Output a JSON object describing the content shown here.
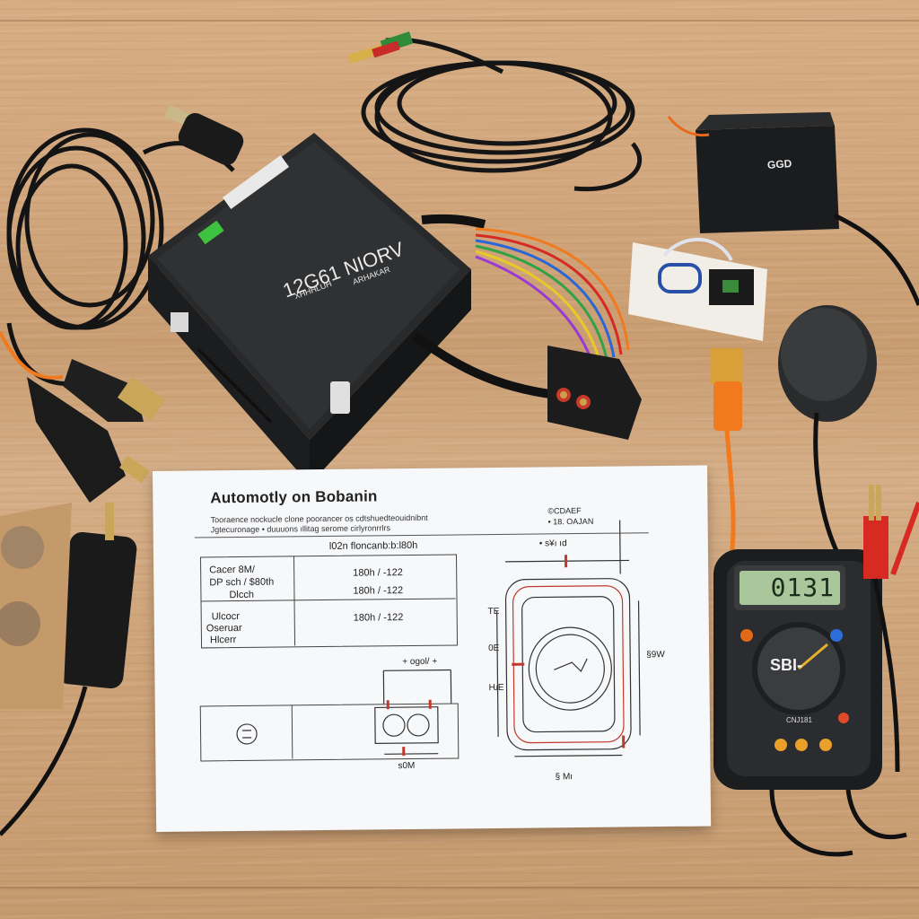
{
  "document": {
    "title": "Automotly on Bobanin",
    "desc_line_1": "Tooraence nockucle clone poorancer os cdtshuedteouidnibnt",
    "desc_line_2": "Jgtecuronage  • duuuons ıllitag serome cirlyronrrlrs",
    "top_right_1": "©CDAEF",
    "top_right_2": "• 18. OAJAN",
    "subhead": "l02n floncanb:b:l80h",
    "table": {
      "row1_label": "Cacer 8M/",
      "row1_label2": "DP sch /  $80th",
      "row1_label3": "Dlcch",
      "row1_value1": "180h / -122",
      "row1_value2": "180h / -122",
      "row2_label": "Ulcocr",
      "row2_label2": "Oseruar",
      "row2_label3": "Hlcerr",
      "row2_value": "180h / -122"
    },
    "dimensions": {
      "top": "• s¥ı ıd",
      "mid_label": "+ ogol/ +",
      "bottom_left": "s0M",
      "bottom_right": "§ Mı",
      "left_1": "TE",
      "left_2": "0E",
      "left_3": "ǶE",
      "right": "§9W"
    }
  },
  "device": {
    "model": "12G61 NIORV",
    "line_2": "XHHHLUH",
    "line_3": "ARHAKAR"
  },
  "adapter": {
    "label": "GGD"
  },
  "multimeter": {
    "display": "0131",
    "dial_label": "SBI-",
    "brand": "CNJ181"
  },
  "colors": {
    "wood": "#d2a77d",
    "device_body": "#2a2b2d",
    "paper": "#f7f8fa",
    "lcd": "#a9c79a",
    "wire_orange": "#f07a1d",
    "wire_red": "#d62a22"
  }
}
